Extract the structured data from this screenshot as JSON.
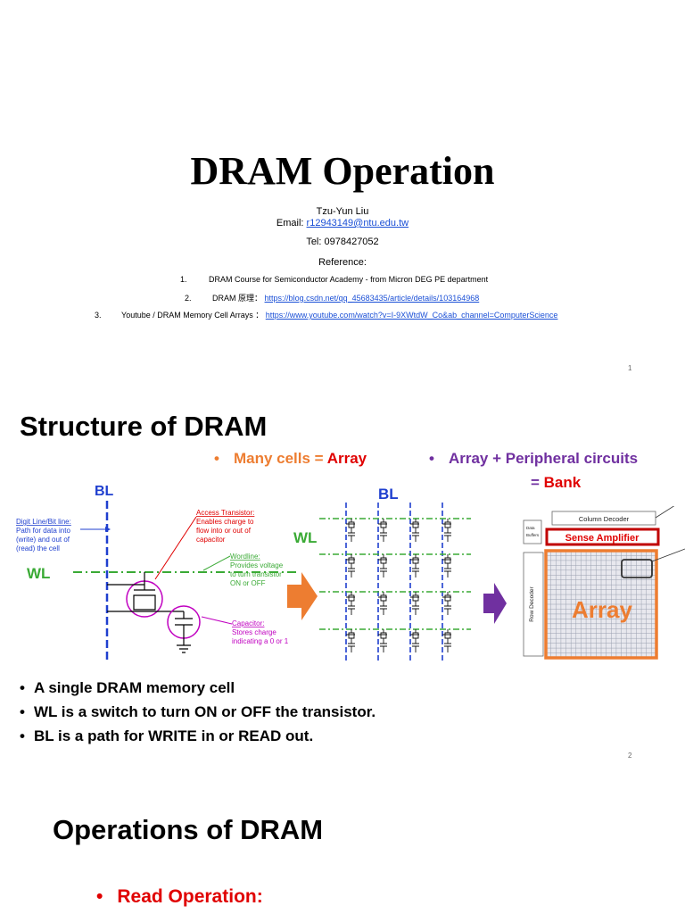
{
  "slide1": {
    "title": "DRAM Operation",
    "author": "Tzu-Yun Liu",
    "email_label": "Email: ",
    "email": "r12943149@ntu.edu.tw",
    "tel": "Tel: 0978427052",
    "reference_label": "Reference:",
    "references": [
      {
        "num": "1.",
        "text": "DRAM Course for Semiconductor Academy - from Micron DEG PE department",
        "link": ""
      },
      {
        "num": "2.",
        "text": "DRAM 原理：",
        "link": "https://blog.csdn.net/qq_45683435/article/details/103164968"
      },
      {
        "num": "3.",
        "text": "Youtube / DRAM Memory Cell Arrays ：",
        "link": "https://www.youtube.com/watch?v=I-9XWtdW_Co&ab_channel=ComputerScience"
      }
    ],
    "page_number": "1"
  },
  "slide2": {
    "title": "Structure of DRAM",
    "bullet_cells_prefix": "Many cells = ",
    "bullet_cells_highlight": "Array",
    "bullet_bank_line1": "Array + Peripheral circuits",
    "bullet_bank_line2_prefix": "= ",
    "bullet_bank_line2_highlight": "Bank",
    "cell_diagram": {
      "bl": "BL",
      "wl": "WL",
      "digit_line": [
        "Digit Line/Bit line:",
        "Path for data into",
        "(write) and out of",
        "(read) the cell"
      ],
      "access_transistor": [
        "Access Transistor:",
        "Enables charge to",
        "flow into or out of",
        "capacitor"
      ],
      "wordline": [
        "Wordline:",
        "Provides voltage",
        "to turn transistor",
        "ON or OFF"
      ],
      "capacitor": [
        "Capacitor:",
        "Stores charge",
        "indicating a 0 or 1"
      ]
    },
    "array_diagram": {
      "bl": "BL",
      "wl": "WL"
    },
    "bank_diagram": {
      "column_decoder": "Column Decoder",
      "data_buffers": [
        "Data",
        "Buffers"
      ],
      "sense_amplifier": "Sense Amplifier",
      "row_decoder": "Row Decoder",
      "array": "Array"
    },
    "bullets": [
      "A single DRAM memory cell",
      "WL is a switch to turn ON or OFF the transistor.",
      "BL is a path for WRITE in or READ out."
    ],
    "page_number": "2"
  },
  "slide3": {
    "title": "Operations of DRAM",
    "bullet": "Read Operation:"
  },
  "colors": {
    "orange": "#ed7d31",
    "red": "#e00000",
    "purple": "#7030a0",
    "blue": "#1f3fcf",
    "green": "#3aaa35",
    "magenta": "#c000c0",
    "dark_red": "#c00000"
  }
}
